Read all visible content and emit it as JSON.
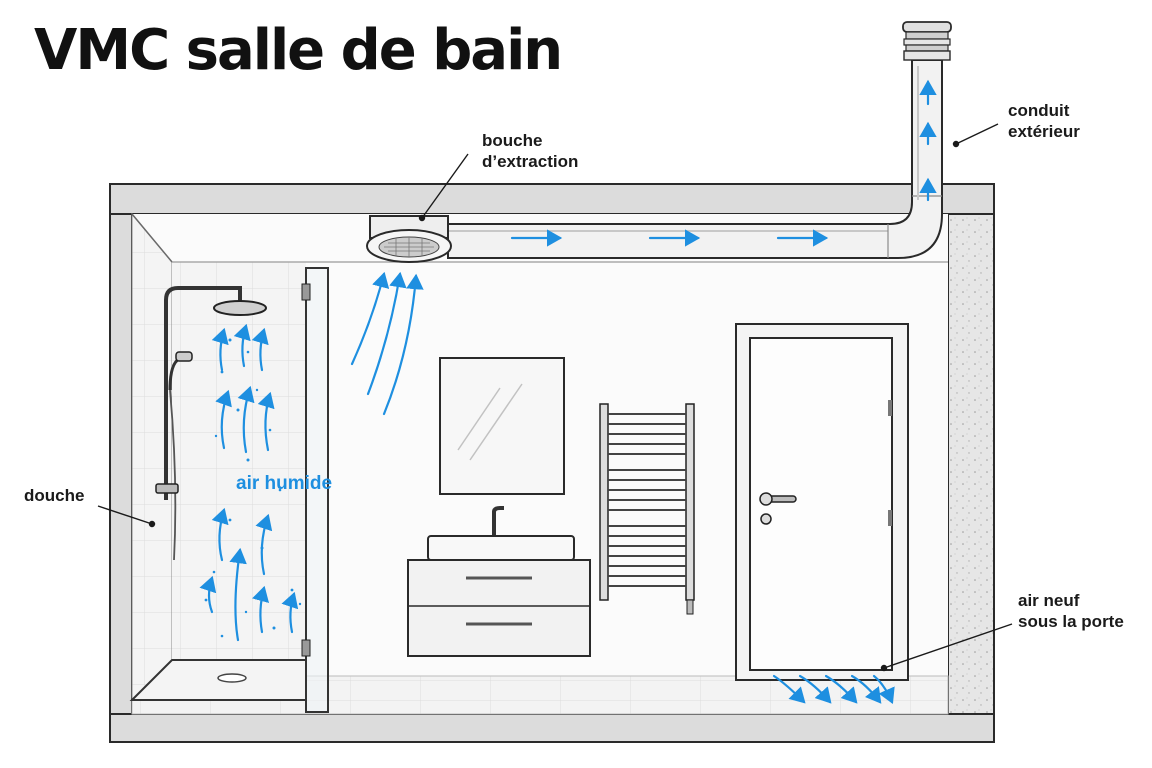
{
  "title": "VMC salle de bain",
  "labels": {
    "bouche_line1": "bouche",
    "bouche_line2": "d’extraction",
    "conduit_line1": "conduit",
    "conduit_line2": "extérieur",
    "douche": "douche",
    "air_humide": "air humide",
    "air_neuf_line1": "air neuf",
    "air_neuf_line2": "sous la porte"
  },
  "colors": {
    "airflow": "#1e8fe0",
    "outline": "#2a2a2a",
    "wall_fill": "#d9d9d9"
  },
  "icons": {
    "airflow_arrow": "arrow-icon",
    "fan_vent": "extraction-vent-icon",
    "roof_cap": "roof-cap-icon"
  }
}
